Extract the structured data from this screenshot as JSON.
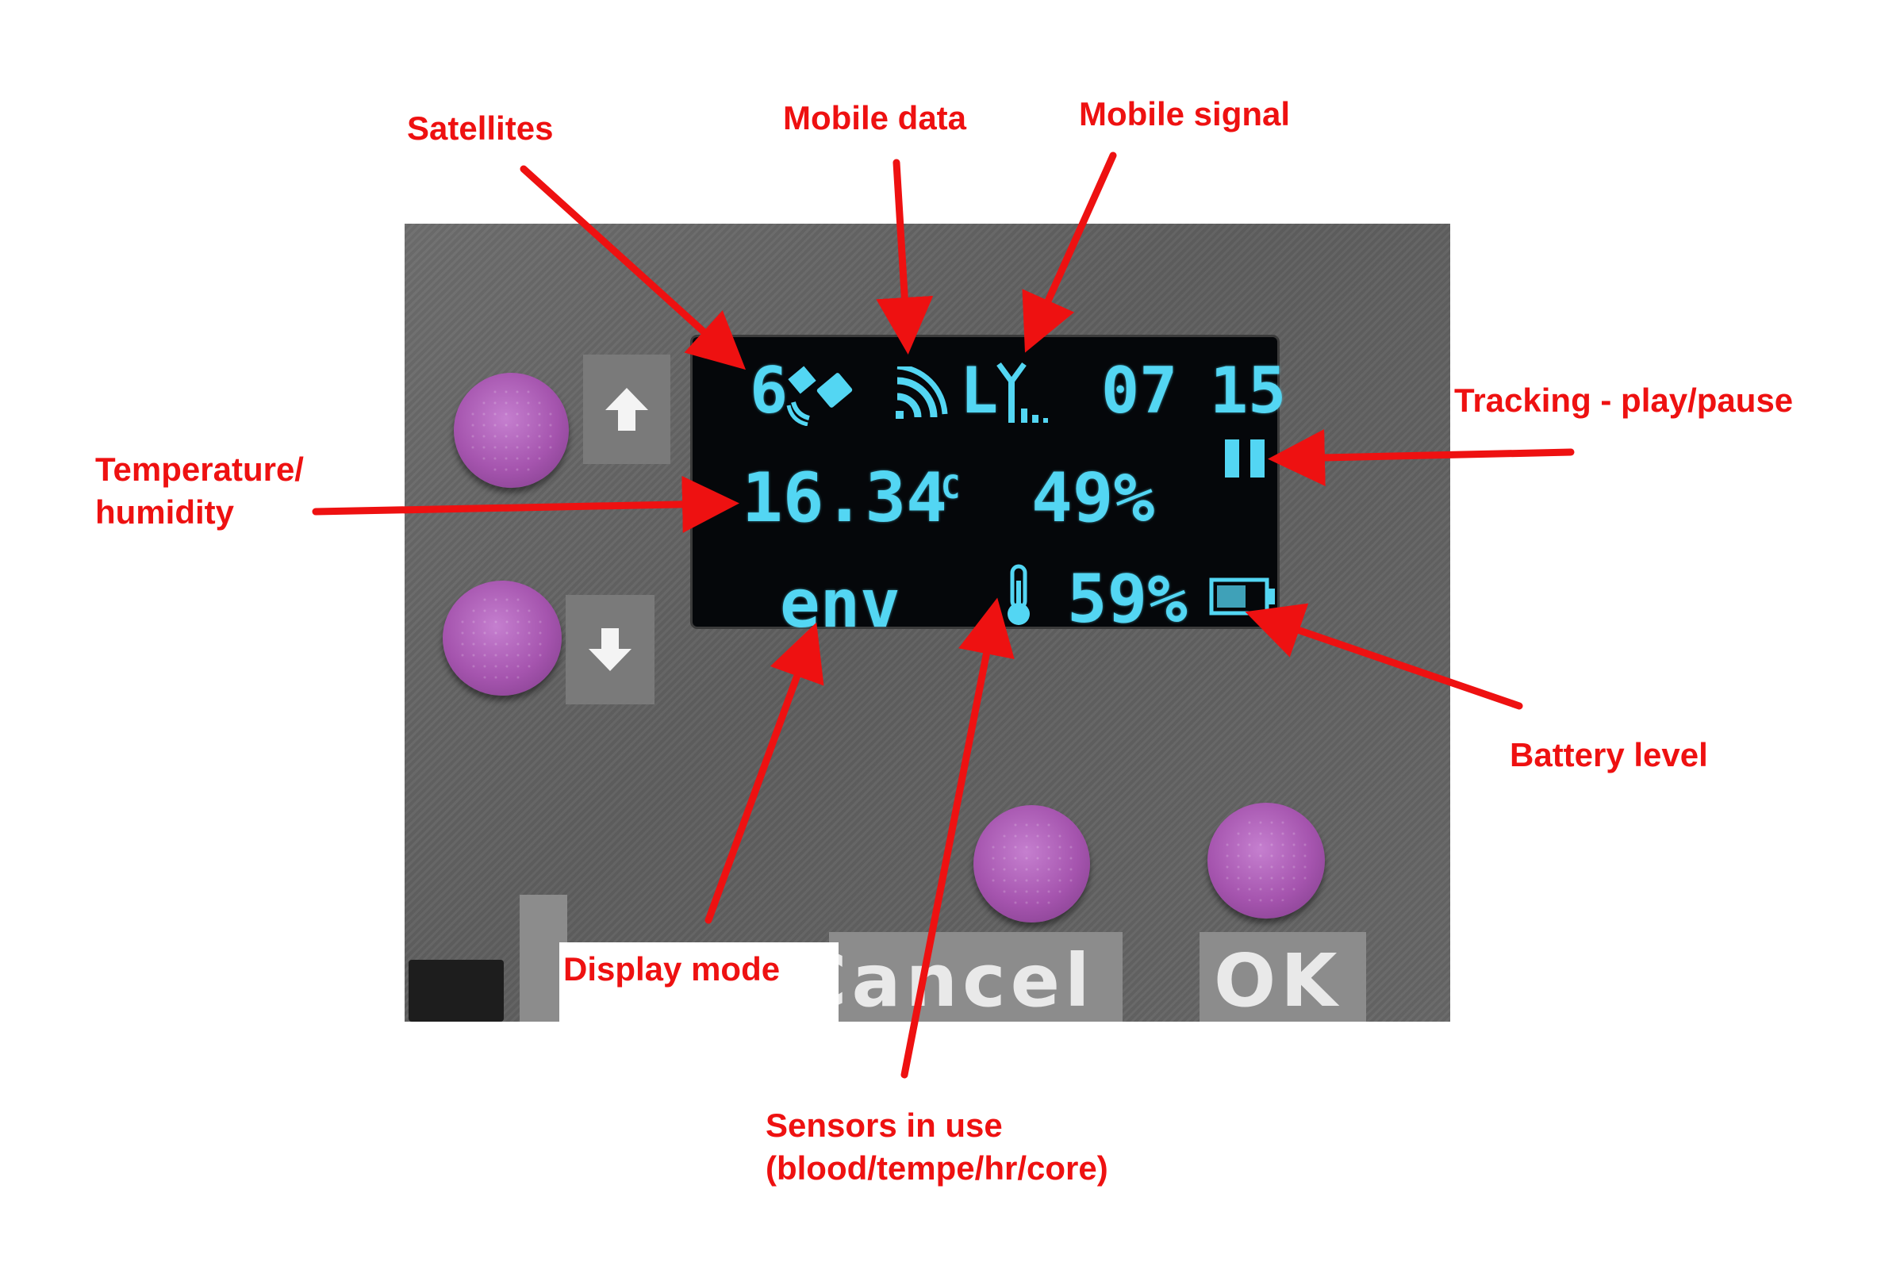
{
  "screen": {
    "satellites": "6",
    "clock_hours": "07",
    "clock_minutes": "15",
    "temperature": "16.34",
    "temperature_unit": "°C",
    "humidity": "49%",
    "display_mode": "env",
    "sensor_value": "59%"
  },
  "device": {
    "cancel_label": "Cancel",
    "ok_label": "OK",
    "icons": [
      "up-arrow-icon",
      "down-arrow-icon",
      "satellite-icon",
      "mobile-data-icon",
      "mobile-signal-icon",
      "pause-icon",
      "thermometer-icon",
      "battery-icon"
    ]
  },
  "annotations": {
    "satellites": "Satellites",
    "mobile_data": "Mobile data",
    "mobile_signal": "Mobile signal",
    "tracking": "Tracking - play/pause",
    "temperature_line1": "Temperature/",
    "temperature_line2": "humidity",
    "battery": "Battery level",
    "display_mode": "Display mode",
    "sensors_line1": "Sensors in use",
    "sensors_line2": "(blood/tempe/hr/core)"
  },
  "colors": {
    "annotation": "#ee1111",
    "oled": "#53d6f3",
    "button": "#a554ae",
    "housing": "#666666"
  }
}
